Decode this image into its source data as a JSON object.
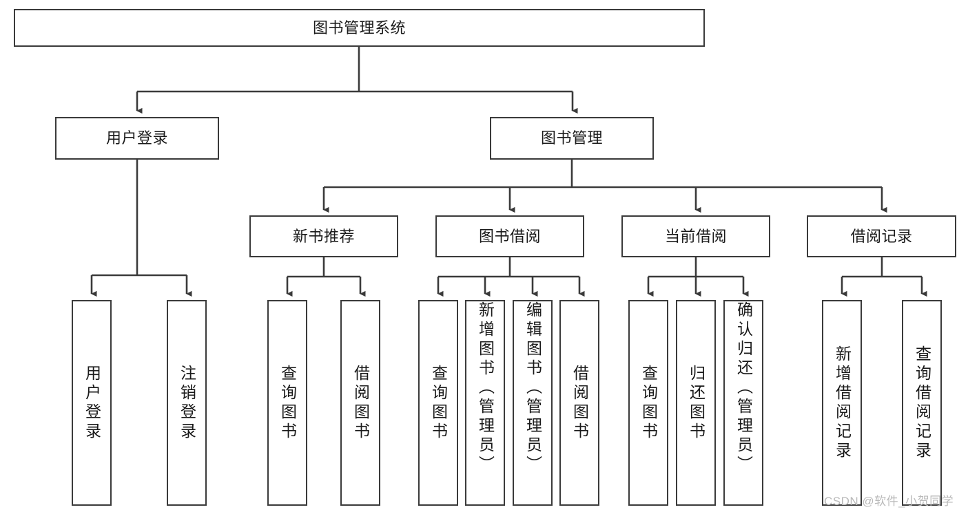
{
  "diagram": {
    "title": "图书管理系统",
    "watermark": "CSDN @软件_小贺同学",
    "root": {
      "label": "图书管理系统"
    },
    "level2": [
      {
        "label": "用户登录"
      },
      {
        "label": "图书管理"
      }
    ],
    "level3": [
      {
        "label": "新书推荐"
      },
      {
        "label": "图书借阅"
      },
      {
        "label": "当前借阅"
      },
      {
        "label": "借阅记录"
      }
    ],
    "leaves": {
      "user_login": [
        {
          "label": "用户登录"
        },
        {
          "label": "注销登录"
        }
      ],
      "new_book": [
        {
          "label": "查询图书"
        },
        {
          "label": "借阅图书"
        }
      ],
      "book_borrow": [
        {
          "label": "查询图书"
        },
        {
          "label": "新增图书（管理员）"
        },
        {
          "label": "编辑图书（管理员）"
        },
        {
          "label": "借阅图书"
        }
      ],
      "current_borrow": [
        {
          "label": "查询图书"
        },
        {
          "label": "归还图书"
        },
        {
          "label": "确认归还（管理员）"
        }
      ],
      "borrow_record": [
        {
          "label": "新增借阅记录"
        },
        {
          "label": "查询借阅记录"
        }
      ]
    },
    "colors": {
      "border": "#3a3a3a",
      "text": "#1a1a1a",
      "background": "#ffffff",
      "watermark": "#b9b9b9"
    }
  }
}
